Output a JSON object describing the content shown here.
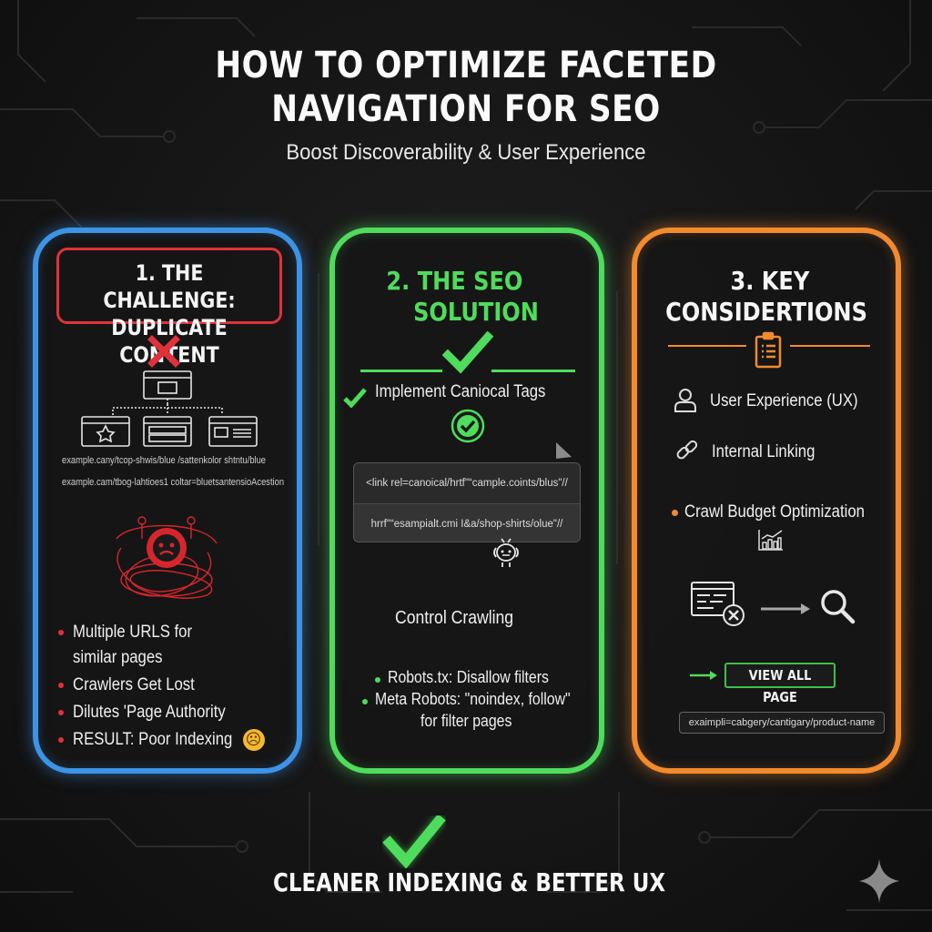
{
  "header": {
    "title_line1": "HOW TO OPTIMIZE FACETED",
    "title_line2": "NAVIGATION FOR SEO",
    "subtitle": "Boost Discoverability & User Experience"
  },
  "colors": {
    "challenge": "#3d93e6",
    "challenge_accent": "#e0323a",
    "solution": "#4fdc5c",
    "considerations": "#f28a2e",
    "background": "#161616"
  },
  "cards": [
    {
      "heading_line1": "1. THE CHALLENGE:",
      "heading_line2": "DUPLICATE CONTENT",
      "top_icon": "x-mark-icon",
      "diagram_icon": "page-tree-icon",
      "urls": [
        "example.cany/tcop-shwis/blue /sattenkolor shtntu/blue",
        "example.cam/tbog-lahtioes1 coltar=bluetsantensioAcestion"
      ],
      "illustration": "tangled-robot-icon",
      "bullets": [
        "Multiple URLS for",
        "similar pages",
        "Crawlers Get Lost",
        "Dilutes 'Page Authority",
        "RESULT: Poor Indexing"
      ],
      "result_emoji": "☹"
    },
    {
      "heading_line1": "2. THE SEO",
      "heading_line2": "SOLUTION",
      "top_icon": "checkmark-icon",
      "item1": "Implement Caniocal Tags",
      "code_lines": [
        "<link rel=canoical/hrtf\"“cample.coints/blus\"//",
        "hrrf\"“esampialt.cmi I&a/shop-shirts/olue\"//"
      ],
      "robot_icon": "robot-icon",
      "subheading": "Control Crawling",
      "bullets": [
        "Robots.tx: Disallow filters",
        "Meta Robots: \"noindex, follow\"",
        "for filter pages"
      ]
    },
    {
      "heading_line1": "3. KEY",
      "heading_line2": "CONSIDERTIONS",
      "top_icon": "clipboard-icon",
      "items": [
        {
          "icon": "user-icon",
          "label": "User Experience (UX)"
        },
        {
          "icon": "link-icon",
          "label": "Internal Linking"
        },
        {
          "icon": "bullet-dot",
          "label": "Crawl Budget Optimization"
        }
      ],
      "chart_icon": "bar-chart-icon",
      "view_all_button": "VIEW ALL PAGE",
      "url_example": "exaimpli=cabgery/cantigary/product-name"
    }
  ],
  "footer": {
    "text": "CLEANER INDEXING & BETTER UX",
    "icon": "checkmark-icon"
  }
}
